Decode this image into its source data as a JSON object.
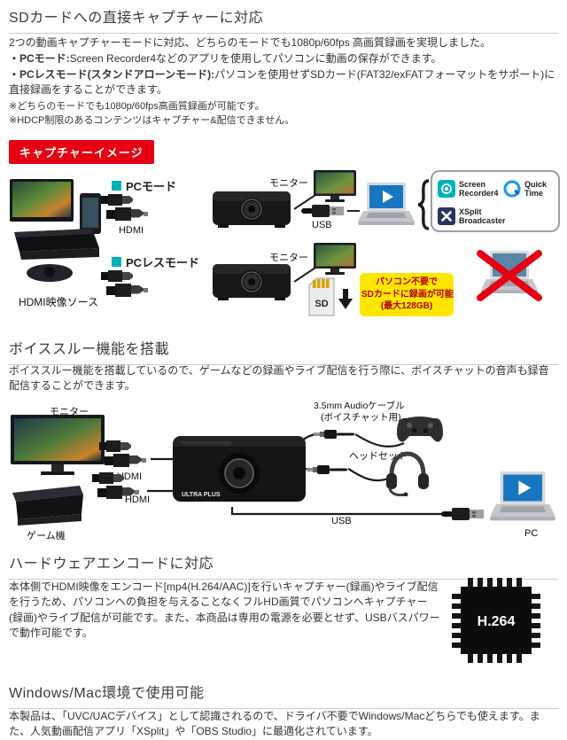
{
  "colors": {
    "badge_red": "#e60012",
    "accent_teal": "#00b2b8",
    "callout_yellow": "#ffe600",
    "callout_text_red": "#b40000",
    "cross_red": "#e60012"
  },
  "sd_section": {
    "title": "SDカードへの直接キャプチャーに対応",
    "intro": "2つの動画キャプチャーモードに対応、どちらのモードでも1080p/60fps 高画質録画を実現しました。",
    "bullets": [
      {
        "label": "・PCモード:",
        "text": "Screen Recorder4などのアプリを使用してパソコンに動画の保存ができます。"
      },
      {
        "label": "・PCレスモード(スタンドアローンモード):",
        "text": "パソコンを使用せずSDカード(FAT32/exFATフォーマットをサポート)に直接録画をすることができます。"
      }
    ],
    "notes": [
      "※どちらのモードでも1080p/60fps高画質録画が可能です。",
      "※HDCP制限のあるコンテンツはキャプチャー&配信できません。"
    ],
    "badge": "キャプチャーイメージ"
  },
  "capture_diagram": {
    "source_label": "HDMI映像ソース",
    "pc_mode": {
      "label": "PCモード",
      "hdmi_label": "HDMI",
      "monitor_label": "モニター",
      "usb_label": "USB"
    },
    "pcless_mode": {
      "label": "PCレスモード",
      "monitor_label": "モニター"
    },
    "apps": [
      {
        "line1": "Screen",
        "line2": "Recorder4"
      },
      {
        "line1": "Quick",
        "line2": "Time"
      },
      {
        "line1": "XSplit",
        "line2": "Broadcaster"
      }
    ],
    "sd_card_text": "SD",
    "sd_callout": {
      "line1": "パソコン不要で",
      "line2": "SDカードに録画が可能",
      "line3": "(最大128GB)"
    }
  },
  "voice_section": {
    "title": "ボイススルー機能を搭載",
    "body": "ボイススルー機能を搭載しているので、ゲームなどの録画やライブ配信を行う際に、ボイスチャットの音声も録音配信することができます。",
    "diagram": {
      "monitor_label": "モニター",
      "hdmi_label_1": "HDMI",
      "hdmi_label_2": "HDMI",
      "console_label": "ゲーム機",
      "audio_cable_line1": "3.5mm Audioケーブル",
      "audio_cable_line2": "(ボイスチャット用)",
      "headset_label": "ヘッドセット",
      "usb_label": "USB",
      "pc_label": "PC",
      "device_brand": "ULTRA PLUS"
    }
  },
  "encode_section": {
    "title": "ハードウェアエンコードに対応",
    "body": "本体側でHDMI映像をエンコード[mp4(H.264/AAC)]を行いキャプチャー(録画)やライブ配信を行うため、パソコンへの負担を与えることなくフルHD画質でパソコンへキャプチャー(録画)やライブ配信が可能です。また、本商品は専用の電源を必要とせず、USBバスパワーで動作可能です。",
    "chip_label": "H.264"
  },
  "os_section": {
    "title": "Windows/Mac環境で使用可能",
    "body": "本製品は、「UVC/UACデバイス」として認識されるので、ドライバ不要でWindows/Macどちらでも使えます。また、人気動画配信アプリ「XSplit」や「OBS Studio」に最適化されています。"
  }
}
